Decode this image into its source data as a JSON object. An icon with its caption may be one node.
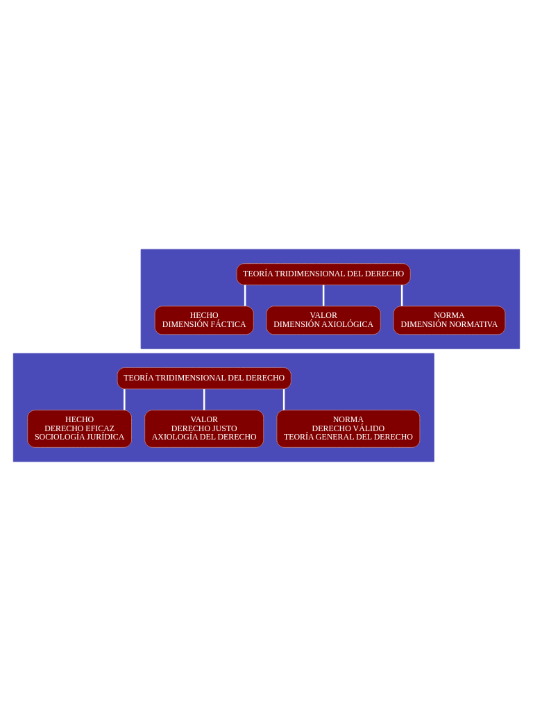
{
  "diagram": {
    "nodes": [
      {
        "text": [],
        "shape": "box"
      },
      {
        "text": [
          "TEORÍA TRIDIMENSIONAL DEL DERECHO"
        ],
        "in": 0
      },
      {
        "text": [
          "HECHO",
          "DIMENSIÓN FÁCTICA"
        ],
        "in": 0
      },
      {
        "text": [
          "VALOR",
          "DIMENSIÓN AXIOLÓGICA"
        ],
        "in": 0
      },
      {
        "text": [
          "NORMA",
          "DIMENSIÓN NORMATIVA"
        ],
        "in": 0
      },
      {
        "text": [],
        "shape": "box"
      },
      {
        "text": [
          "TEORÍA TRIDIMENSIONAL DEL DERECHO"
        ],
        "in": 5
      },
      {
        "text": [
          "HECHO",
          "DERECHO EFICAZ",
          "SOCIOLOGÍA JURÍDICA"
        ],
        "in": 5
      },
      {
        "text": [
          "VALOR",
          "DERECHO JUSTO",
          "AXIOLOGÍA DEL DERECHO"
        ],
        "in": 5
      },
      {
        "text": [
          "NORMA",
          "DERECHO VÁLIDO",
          "TEORÍA GENERAL DEL DERECHO"
        ],
        "in": 5
      }
    ],
    "edges": [
      {
        "from": 1,
        "to": 2,
        "arrow": "none"
      },
      {
        "from": 1,
        "to": 3,
        "arrow": "none"
      },
      {
        "from": 1,
        "to": 4,
        "arrow": "none"
      },
      {
        "from": 6,
        "to": 7,
        "arrow": "none"
      },
      {
        "from": 6,
        "to": 8,
        "arrow": "none"
      },
      {
        "from": 6,
        "to": 9,
        "arrow": "none"
      }
    ]
  }
}
